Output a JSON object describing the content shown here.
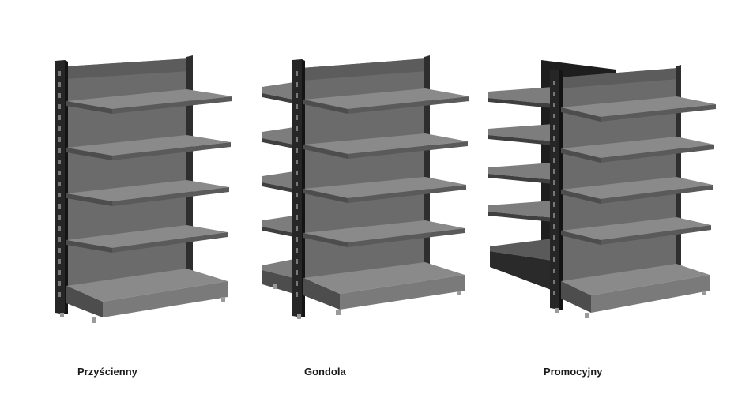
{
  "products": [
    {
      "label": "Przyścienny"
    },
    {
      "label": "Gondola"
    },
    {
      "label": "Promocyjny"
    }
  ],
  "colors": {
    "frame": "#262626",
    "frame_dark": "#141414",
    "panel": "#6b6b6b",
    "panel_shade": "#5c5c5c",
    "shelf_top": "#8a8a8a",
    "shelf_front": "#4d4d4d",
    "base": "#7a7a7a",
    "foot": "#9a9a9a"
  }
}
